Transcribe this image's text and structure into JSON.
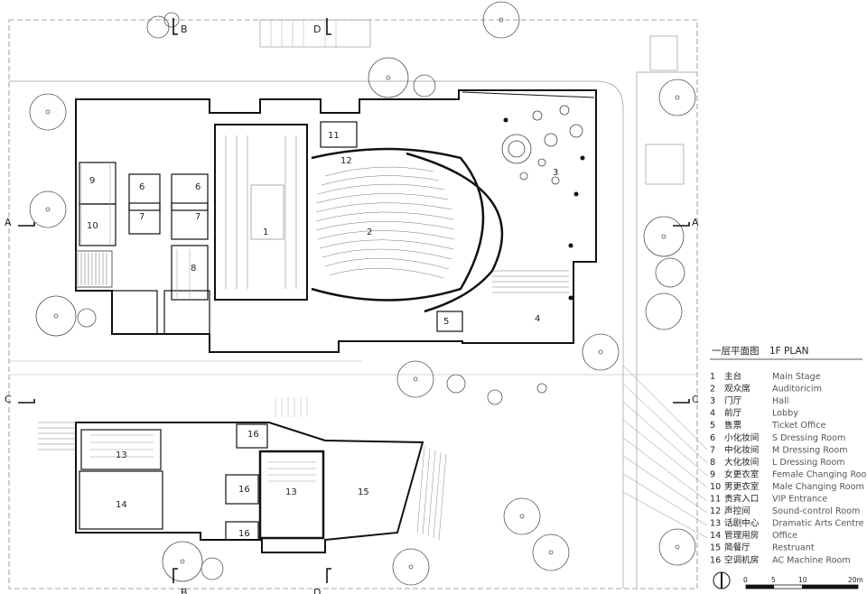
{
  "section_markers": {
    "top": [
      "B",
      "D"
    ],
    "bottom": [
      "B",
      "D"
    ],
    "left": [
      "A",
      "C"
    ],
    "right": [
      "A",
      "C"
    ]
  },
  "room_labels": [
    {
      "id": "r1",
      "text": "1"
    },
    {
      "id": "r2",
      "text": "2"
    },
    {
      "id": "r3",
      "text": "3"
    },
    {
      "id": "r4",
      "text": "4"
    },
    {
      "id": "r5",
      "text": "5"
    },
    {
      "id": "r6a",
      "text": "6"
    },
    {
      "id": "r6b",
      "text": "6"
    },
    {
      "id": "r7a",
      "text": "7"
    },
    {
      "id": "r7b",
      "text": "7"
    },
    {
      "id": "r8",
      "text": "8"
    },
    {
      "id": "r9",
      "text": "9"
    },
    {
      "id": "r10",
      "text": "10"
    },
    {
      "id": "r11",
      "text": "11"
    },
    {
      "id": "r12",
      "text": "12"
    },
    {
      "id": "r13a",
      "text": "13"
    },
    {
      "id": "r13b",
      "text": "13"
    },
    {
      "id": "r14",
      "text": "14"
    },
    {
      "id": "r15",
      "text": "15"
    },
    {
      "id": "r16a",
      "text": "16"
    },
    {
      "id": "r16b",
      "text": "16"
    },
    {
      "id": "r16c",
      "text": "16"
    }
  ],
  "plan_title": {
    "zh": "一层平面图",
    "en": "1F PLAN"
  },
  "legend": [
    {
      "num": "1",
      "zh": "主台",
      "en": "Main Stage"
    },
    {
      "num": "2",
      "zh": "观众席",
      "en": "Auditoricim"
    },
    {
      "num": "3",
      "zh": "门厅",
      "en": "Hall"
    },
    {
      "num": "4",
      "zh": "前厅",
      "en": "Lobby"
    },
    {
      "num": "5",
      "zh": "售票",
      "en": "Ticket Office"
    },
    {
      "num": "6",
      "zh": "小化妆间",
      "en": "S Dressing Room"
    },
    {
      "num": "7",
      "zh": "中化妆间",
      "en": "M Dressing Room"
    },
    {
      "num": "8",
      "zh": "大化妆间",
      "en": "L Dressing Room"
    },
    {
      "num": "9",
      "zh": "女更衣室",
      "en": "Female Changing Room"
    },
    {
      "num": "10",
      "zh": "男更衣室",
      "en": "Male Changing Room"
    },
    {
      "num": "11",
      "zh": "贵宾入口",
      "en": "VIP Entrance"
    },
    {
      "num": "12",
      "zh": "声控间",
      "en": "Sound-control Room"
    },
    {
      "num": "13",
      "zh": "话剧中心",
      "en": "Dramatic Arts Centre"
    },
    {
      "num": "14",
      "zh": "管理用房",
      "en": "Office"
    },
    {
      "num": "15",
      "zh": "简餐厅",
      "en": "Restruant"
    },
    {
      "num": "16",
      "zh": "空调机房",
      "en": "AC Machine Room"
    }
  ],
  "scale_bar": {
    "labels": [
      "0",
      "5",
      "10",
      "20m"
    ]
  }
}
